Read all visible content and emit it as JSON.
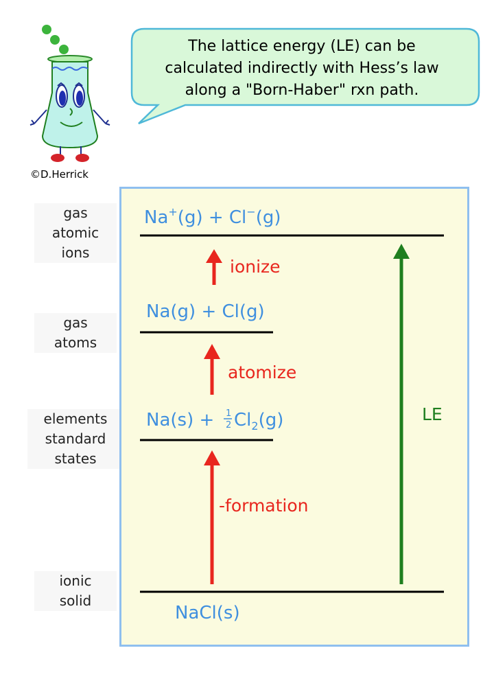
{
  "speech": {
    "lines": [
      "The lattice energy (LE) can be",
      "calculated indirectly with Hess’s law",
      "along a \"Born-Haber\" rxn path."
    ]
  },
  "credit": "©D.Herrick",
  "levels": [
    {
      "side_label": [
        "gas",
        "atomic",
        "ions"
      ]
    },
    {
      "side_label": [
        "gas",
        "atoms"
      ]
    },
    {
      "side_label": [
        "elements",
        "standard",
        "states"
      ]
    },
    {
      "side_label": [
        "ionic",
        "solid"
      ]
    }
  ],
  "species": {
    "ions_parts": [
      "Na",
      "+",
      "(g) + Cl",
      "−",
      "(g)"
    ],
    "atoms": "Na(g) + Cl(g)",
    "standard_parts": [
      "Na(s) + ",
      "1",
      "2",
      "Cl",
      "2",
      "(g)"
    ],
    "solid": "NaCl(s)"
  },
  "steps": {
    "ionize": "ionize",
    "atomize": "atomize",
    "formation": "-formation",
    "lattice": "LE"
  },
  "colors": {
    "species": "#3f8fdf",
    "step_arrow": "#e8261e",
    "lattice_arrow": "#1f7f1f",
    "level_line": "#000000",
    "panel_bg": "#fbfbdf",
    "panel_border": "#8fbfef",
    "bubble_fill": "#d9f8d9",
    "bubble_stroke": "#4fb8d8"
  }
}
